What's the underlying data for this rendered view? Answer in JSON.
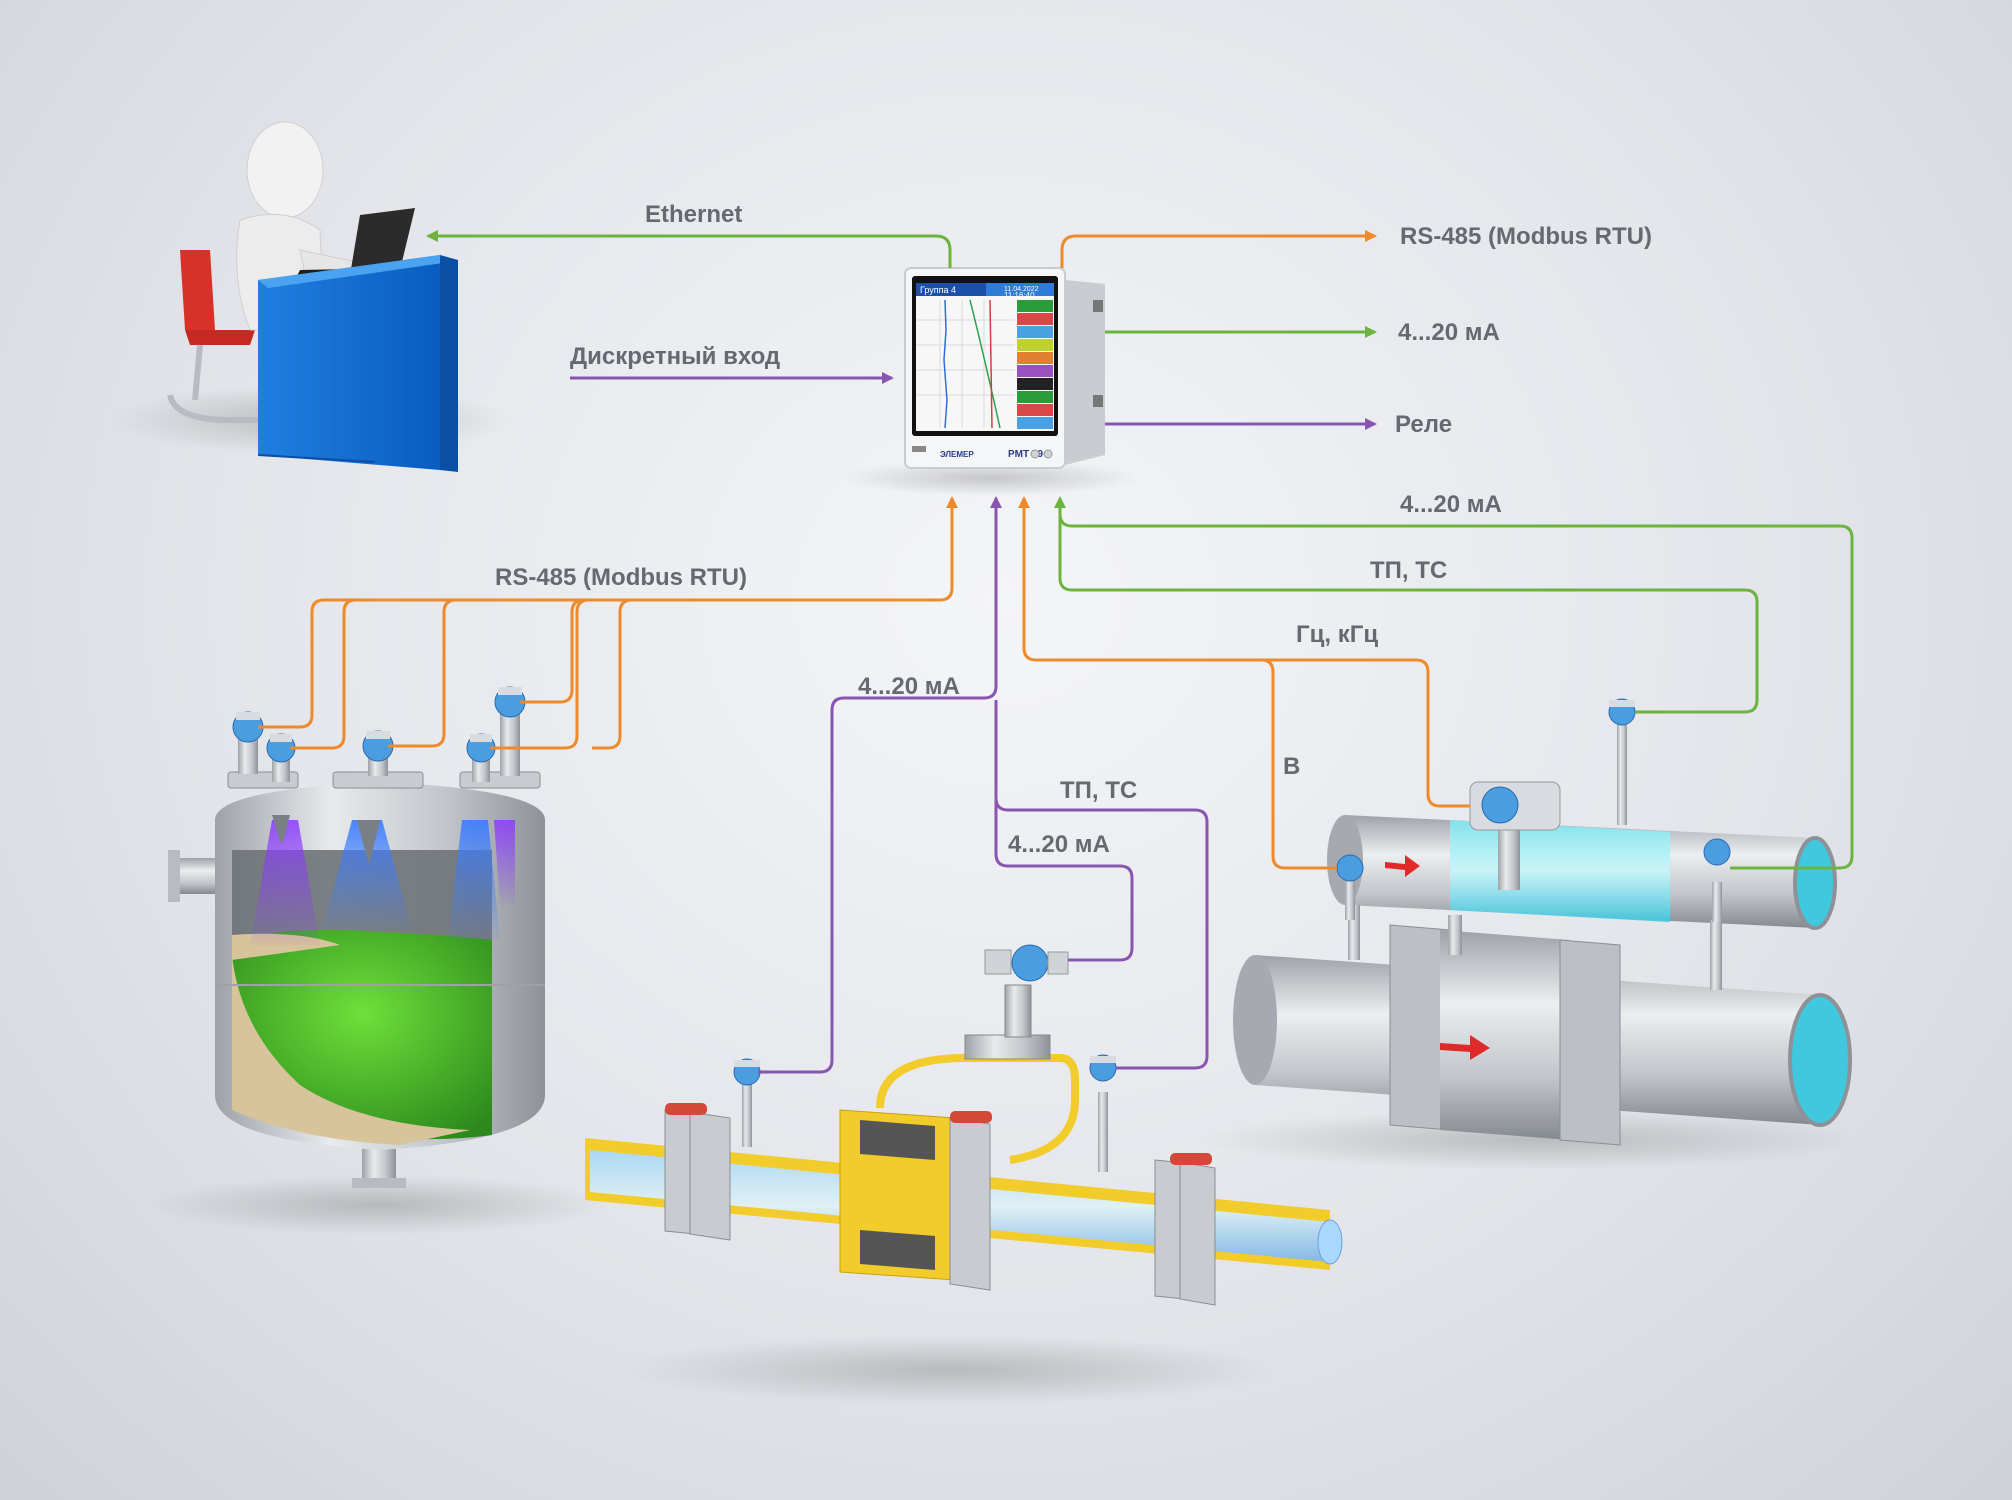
{
  "labels": {
    "ethernet": "Ethernet",
    "rs485_out": "RS-485 (Modbus RTU)",
    "discrete_in": "Дискретный вход",
    "ma_out": "4...20 мА",
    "relay": "Реле",
    "ma_in_right": "4...20 мА",
    "tp_tc_right": "ТП, ТС",
    "hz_khz": "Гц, кГц",
    "rs485_in": "RS-485 (Modbus RTU)",
    "ma_in_center": "4...20 мА",
    "v": "В",
    "tp_tc_center": "ТП, ТС",
    "ma_in_center2": "4...20 мА"
  },
  "device": {
    "model": "PMT 79",
    "brand": "ЭЛЕМЕР",
    "screen_group": "Группа 4",
    "screen_date": "11.04.2022",
    "screen_time": "11:16:40"
  },
  "colors": {
    "orange": "#ef8a2a",
    "green": "#6cb33f",
    "purple": "#8a55b0"
  }
}
